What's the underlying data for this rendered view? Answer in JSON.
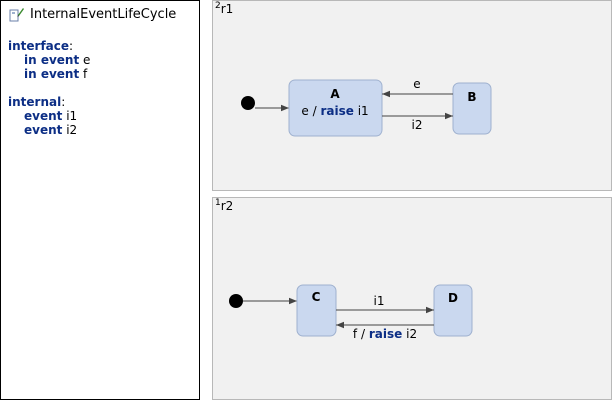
{
  "definition": {
    "title": "InternalEventLifeCycle",
    "interface_keyword": "interface",
    "interface_events": [
      {
        "keyword": "in event",
        "name": "e"
      },
      {
        "keyword": "in event",
        "name": "f"
      }
    ],
    "internal_keyword": "internal",
    "internal_events": [
      {
        "keyword": "event",
        "name": "i1"
      },
      {
        "keyword": "event",
        "name": "i2"
      }
    ],
    "colon": ":"
  },
  "regions": [
    {
      "priority": "2",
      "name": "r1",
      "states": [
        {
          "name": "A",
          "action_trigger": "e",
          "action_sep": "/",
          "action_keyword": "raise",
          "action_event": "i1"
        },
        {
          "name": "B"
        }
      ],
      "transitions": [
        {
          "label": "e"
        },
        {
          "label": "i2"
        }
      ]
    },
    {
      "priority": "1",
      "name": "r2",
      "states": [
        {
          "name": "C"
        },
        {
          "name": "D"
        }
      ],
      "transitions": [
        {
          "label": "i1"
        },
        {
          "trigger": "f",
          "sep": "/",
          "keyword": "raise",
          "event": "i2"
        }
      ]
    }
  ],
  "colors": {
    "keyword": "#0c2e85",
    "state_fill": "#cad8ef",
    "state_border": "#9fb1cf",
    "region_background": "#f1f1f1"
  }
}
